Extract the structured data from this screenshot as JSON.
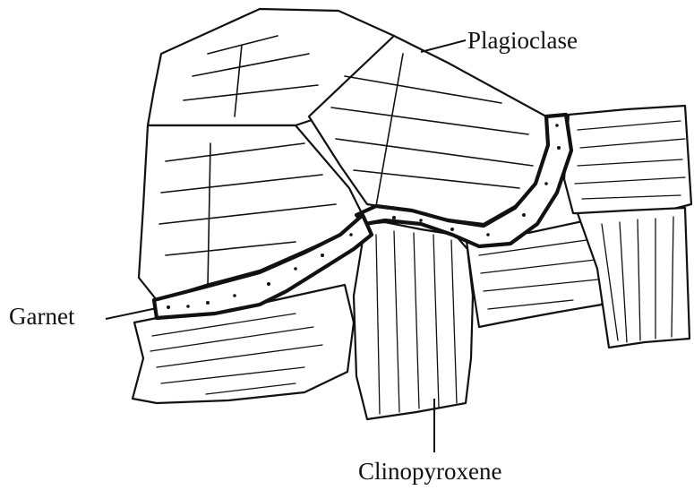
{
  "labels": {
    "plagioclase": "Plagioclase",
    "garnet": "Garnet",
    "clinopyroxene": "Clinopyroxene"
  },
  "colors": {
    "ink": "#111111",
    "paper": "#ffffff"
  }
}
